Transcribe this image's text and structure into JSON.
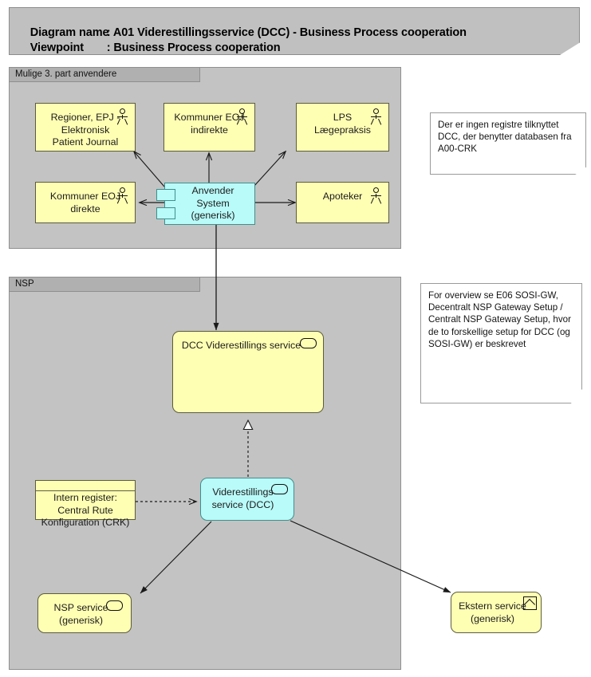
{
  "title": {
    "line1_key": "Diagram name",
    "line1_value": ": A01 Viderestillingsservice (DCC) - Business Process cooperation",
    "line2_key": "Viewpoint",
    "line2_value": ": Business Process cooperation"
  },
  "groups": {
    "third_party": {
      "label": "Mulige 3. part anvendere"
    },
    "nsp": {
      "label": "NSP"
    }
  },
  "nodes": {
    "regioner_epj": {
      "label": "Regioner, EPJ -\nElektronisk\nPatient Journal",
      "icon": "actor-icon"
    },
    "kommuner_indirekte": {
      "label": "Kommuner EOJ\nindirekte",
      "icon": "actor-icon"
    },
    "lps": {
      "label": "LPS\nLægepraksis",
      "icon": "actor-icon"
    },
    "kommuner_direkte": {
      "label": "Kommuner EOJ\ndirekte",
      "icon": "actor-icon"
    },
    "apoteker": {
      "label": "Apoteker",
      "icon": "actor-icon"
    },
    "anvender_system": {
      "label": "Anvender System\n(generisk)",
      "icon": "component-icon"
    },
    "dcc_service": {
      "label": "DCC Viderestillings service",
      "icon": "service-icon"
    },
    "viderestillings_dcc": {
      "label": "Viderestillings\nservice (DCC)",
      "icon": "service-icon"
    },
    "intern_register": {
      "label": "Intern register:\nCentral Rute\nKonfiguration (CRK)",
      "icon": "data-object-icon"
    },
    "nsp_service": {
      "label": "NSP service\n(generisk)",
      "icon": "service-icon"
    },
    "ekstern_service": {
      "label": "Ekstern service\n(generisk)",
      "icon": "external-service-icon"
    }
  },
  "notes": {
    "note_crk": {
      "text": "Der er ingen registre tilknyttet DCC, der benytter databasen fra A00-CRK"
    },
    "note_sosi": {
      "text": "For overview se E06 SOSI-GW, Decentralt NSP Gateway Setup / Centralt NSP Gateway Setup, hvor de to forskellige setup for DCC (og SOSI-GW) er beskrevet"
    }
  },
  "colors": {
    "canvas": "#ffffff",
    "group_fill": "#c3c3c3",
    "group_header": "#b0b0b0",
    "node_yellow": "#ffffb4",
    "node_cyan": "#b9fbf9",
    "title_bar": "#c0c0c0",
    "note_fill": "#ffffff",
    "line": "#1a1a1a"
  },
  "connections": [
    {
      "from": "anvender_system",
      "to": "regioner_epj",
      "style": "solid-arrow"
    },
    {
      "from": "anvender_system",
      "to": "kommuner_indirekte",
      "style": "solid-arrow"
    },
    {
      "from": "anvender_system",
      "to": "lps",
      "style": "solid-arrow"
    },
    {
      "from": "anvender_system",
      "to": "kommuner_direkte",
      "style": "solid-arrow"
    },
    {
      "from": "anvender_system",
      "to": "apoteker",
      "style": "solid-arrow"
    },
    {
      "from": "anvender_system",
      "to": "dcc_service",
      "style": "solid-arrow"
    },
    {
      "from": "viderestillings_dcc",
      "to": "dcc_service",
      "style": "dashed-realization"
    },
    {
      "from": "intern_register",
      "to": "viderestillings_dcc",
      "style": "dashed-arrow"
    },
    {
      "from": "viderestillings_dcc",
      "to": "nsp_service",
      "style": "solid-arrow"
    },
    {
      "from": "viderestillings_dcc",
      "to": "ekstern_service",
      "style": "solid-arrow"
    }
  ]
}
